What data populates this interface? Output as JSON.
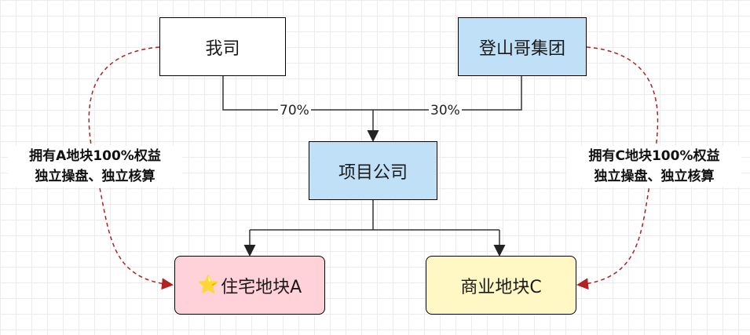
{
  "nodes": {
    "wosi": "我司",
    "dengshan": "登山哥集团",
    "xiangmu": "项目公司",
    "zhuzhai_star": "⭐",
    "zhuzhai": "住宅地块A",
    "shangye": "商业地块C"
  },
  "edges": {
    "left_pct": "70%",
    "right_pct": "30%"
  },
  "side_notes": {
    "left_line1": "拥有A地块100%权益",
    "left_line2": "独立操盘、独立核算",
    "right_line1": "拥有C地块100%权益",
    "right_line2": "独立操盘、独立核算"
  },
  "colors": {
    "white": "#ffffff",
    "blue": "#bfe0f7",
    "pink": "#ffd1d8",
    "yellow": "#fff8c4",
    "dashed": "#b22222"
  }
}
